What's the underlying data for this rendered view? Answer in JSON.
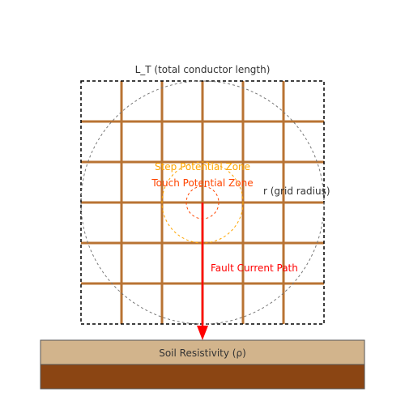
{
  "labels": {
    "conductor_length": "L_T (total conductor length)",
    "grid_radius": "r (grid radius)",
    "step_zone": "Step Potential Zone",
    "touch_zone": "Touch Potential Zone",
    "fault_path": "Fault Current Path",
    "soil": "Soil Resistivity (ρ)"
  },
  "colors": {
    "conductor": "#b87333",
    "fault": "#ff0000",
    "step_zone": "#ffa500",
    "touch_zone": "#ff4500",
    "soil_top": "#d2b48c",
    "soil_bottom": "#8b4513",
    "text": "#333333",
    "boundary": "#000000",
    "radius_circle": "#777777"
  },
  "grid": {
    "vertical_conductors": 5,
    "horizontal_conductors": 5
  }
}
